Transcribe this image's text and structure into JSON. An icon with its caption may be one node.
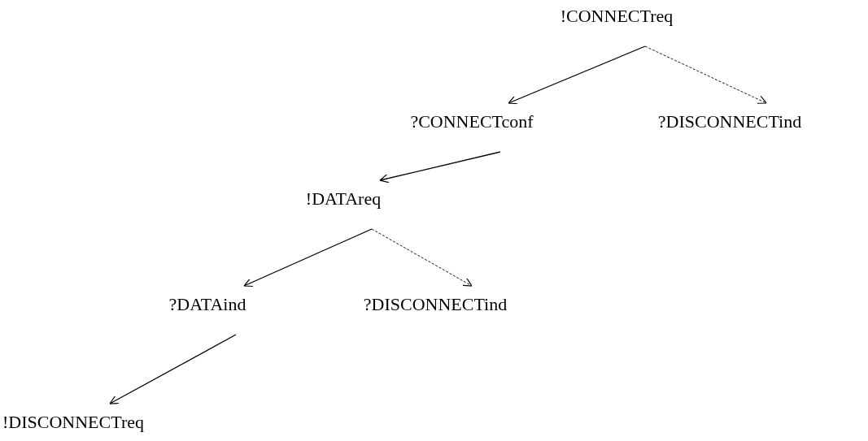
{
  "diagram": {
    "nodes": [
      {
        "text": [
          "!CONNECTreq"
        ]
      },
      {
        "text": [
          "?CONNECTconf"
        ]
      },
      {
        "text": [
          "?DISCONNECTind"
        ]
      },
      {
        "text": [
          "!DATAreq"
        ]
      },
      {
        "text": [
          "?DATAind"
        ]
      },
      {
        "text": [
          "?DISCONNECTind"
        ]
      },
      {
        "text": [
          "!DISCONNECTreq"
        ]
      }
    ],
    "edges": [
      {
        "from": 0,
        "to": 1,
        "arrow": "to"
      },
      {
        "from": 0,
        "to": 2,
        "arrow": "to",
        "style": "dashed"
      },
      {
        "from": 1,
        "to": 3,
        "arrow": "to"
      },
      {
        "from": 3,
        "to": 4,
        "arrow": "to"
      },
      {
        "from": 3,
        "to": 5,
        "arrow": "to",
        "style": "dashed"
      },
      {
        "from": 4,
        "to": 6,
        "arrow": "to"
      }
    ]
  }
}
